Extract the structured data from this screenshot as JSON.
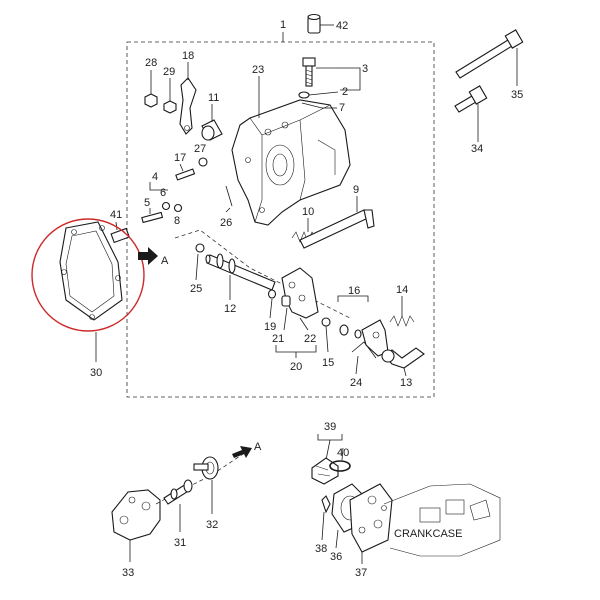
{
  "diagram": {
    "highlight_color": "#cc2a2a",
    "callouts": {
      "c1": "1",
      "c2": "2",
      "c3": "3",
      "c4": "4",
      "c5": "5",
      "c6": "6",
      "c7": "7",
      "c8": "8",
      "c9": "9",
      "c10": "10",
      "c11": "11",
      "c12": "12",
      "c13": "13",
      "c14": "14",
      "c15": "15",
      "c16": "16",
      "c17": "17",
      "c18": "18",
      "c19": "19",
      "c20": "20",
      "c21": "21",
      "c22": "22",
      "c23": "23",
      "c24": "24",
      "c25": "25",
      "c26": "26",
      "c27": "27",
      "c28": "28",
      "c29": "29",
      "c30": "30",
      "c31": "31",
      "c32": "32",
      "c33": "33",
      "c34": "34",
      "c35": "35",
      "c36": "36",
      "c37": "37",
      "c38": "38",
      "c39": "39",
      "c40": "40",
      "c41": "41",
      "c42": "42"
    },
    "arrow_label_top": "A",
    "arrow_label_bottom": "A",
    "crankcase_label": "CRANKCASE"
  }
}
